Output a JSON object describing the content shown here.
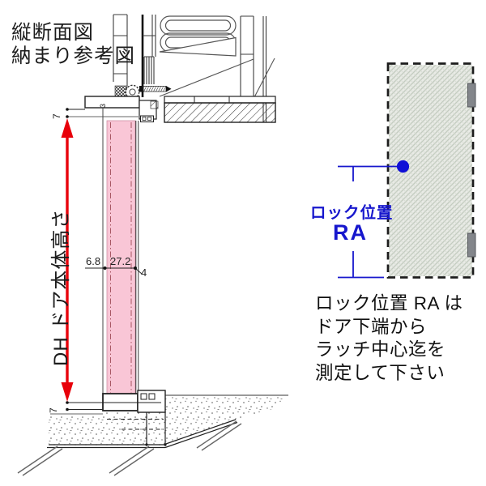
{
  "title": {
    "line1": "縦断面図",
    "line2": "納まり参考図"
  },
  "section": {
    "height_label": "DH ドア本体高さ",
    "top_gap": "7",
    "bottom_gap": "7",
    "dim_frame": "6.8",
    "dim_door_thickness": "27.2",
    "dim_edge": "4",
    "dim_head": "3"
  },
  "lock": {
    "position_label": "ロック位置",
    "ra_label": "RA",
    "caption": [
      "ロック位置 RA は",
      "ドア下端から",
      "ラッチ中心迄を",
      "測定して下さい"
    ]
  },
  "colors": {
    "arrow_red": "#e8000a",
    "door_pink": "#f9c6d6",
    "accent_blue": "#1717cd",
    "latch_blue": "#0f0fd6",
    "hinge_gray": "#83868b"
  }
}
